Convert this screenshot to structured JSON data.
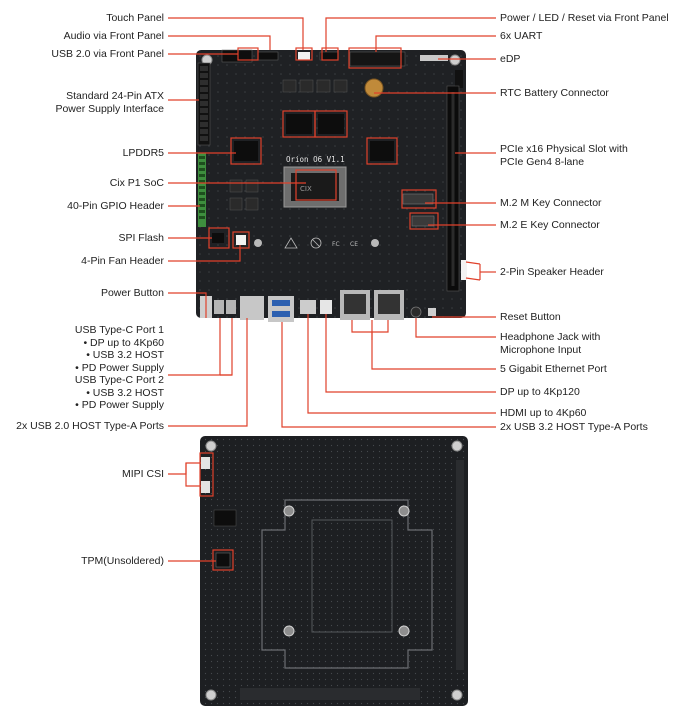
{
  "colors": {
    "callout": "#e0412b",
    "board": "#1f2124",
    "board_dark": "#141517",
    "text": "#222222"
  },
  "top_board": {
    "silkscreen_title": "Orion O6 V1.1",
    "chip_text": "CIX",
    "silkscreen_icons": [
      "rohs-icon",
      "fc-icon",
      "ce-icon"
    ]
  },
  "labels_left": [
    {
      "id": "touch-panel",
      "text": "Touch Panel"
    },
    {
      "id": "audio-front-panel",
      "text": "Audio via Front Panel"
    },
    {
      "id": "usb2-front-panel",
      "text": "USB 2.0 via Front Panel"
    },
    {
      "id": "atx-power",
      "text": "Standard 24-Pin ATX\nPower Supply Interface"
    },
    {
      "id": "lpddr5",
      "text": "LPDDR5"
    },
    {
      "id": "cix-soc",
      "text": "Cix P1 SoC"
    },
    {
      "id": "gpio-header",
      "text": "40-Pin GPIO Header"
    },
    {
      "id": "spi-flash",
      "text": "SPI Flash"
    },
    {
      "id": "fan-header",
      "text": "4-Pin Fan Header"
    },
    {
      "id": "power-button",
      "text": "Power Button"
    },
    {
      "id": "usbc-port1",
      "text": "USB Type-C Port 1\n•  DP up to 4Kp60\n•  USB 3.2 HOST\n•  PD Power Supply"
    },
    {
      "id": "usbc-port2",
      "text": "USB Type-C Port 2\n•  USB 3.2 HOST\n•  PD Power Supply"
    },
    {
      "id": "usb2-host",
      "text": "2x USB 2.0 HOST Type-A Ports"
    },
    {
      "id": "mipi-csi",
      "text": "MIPI CSI"
    },
    {
      "id": "tpm",
      "text": "TPM(Unsoldered)"
    }
  ],
  "labels_right": [
    {
      "id": "power-led-reset",
      "text": "Power / LED / Reset via Front Panel"
    },
    {
      "id": "uart",
      "text": "6x UART"
    },
    {
      "id": "edp",
      "text": "eDP"
    },
    {
      "id": "rtc-battery",
      "text": "RTC Battery Connector"
    },
    {
      "id": "pcie-x16",
      "text": "PCIe x16 Physical Slot with\nPCIe Gen4 8-lane"
    },
    {
      "id": "m2-m-key",
      "text": "M.2 M Key Connector"
    },
    {
      "id": "m2-e-key",
      "text": "M.2 E Key Connector"
    },
    {
      "id": "speaker-header",
      "text": "2-Pin Speaker Header"
    },
    {
      "id": "reset-button",
      "text": "Reset Button"
    },
    {
      "id": "headphone-jack",
      "text": "Headphone Jack with\nMicrophone Input"
    },
    {
      "id": "ethernet",
      "text": "5 Gigabit Ethernet Port"
    },
    {
      "id": "dp",
      "text": "DP up to 4Kp120"
    },
    {
      "id": "hdmi",
      "text": "HDMI up to 4Kp60"
    },
    {
      "id": "usb32-host",
      "text": "2x USB 3.2 HOST Type-A Ports"
    }
  ]
}
